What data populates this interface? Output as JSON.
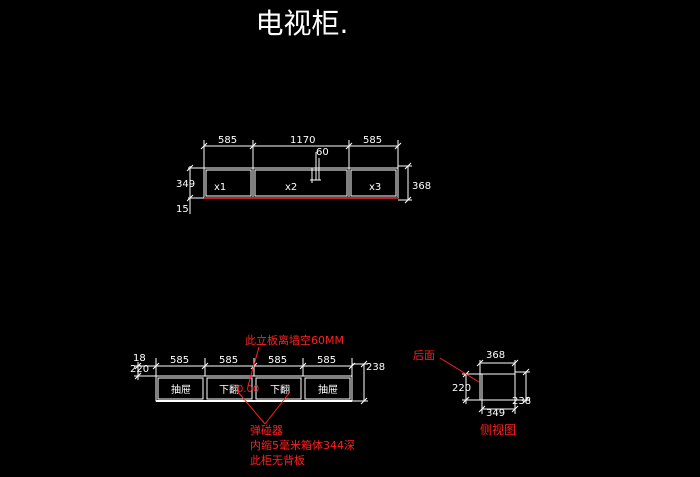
{
  "title": "电视柜.",
  "front": {
    "dim_top": [
      "585",
      "1170",
      "585"
    ],
    "dim_60": "60",
    "dim_left_height": "349",
    "dim_left_bottom": "15",
    "dim_right_height": "368",
    "compartments": [
      "x1",
      "x2",
      "x3"
    ]
  },
  "plan": {
    "dim_top": [
      "585",
      "585",
      "585",
      "585"
    ],
    "dim_left_18": "18",
    "dim_left_220": "220",
    "dim_right": "238",
    "cells": [
      "抽屉",
      "下翻",
      "下翻",
      "抽屉"
    ],
    "highlight_value": "0.00",
    "note_top": "此立板离墙空60MM",
    "note_bottom": [
      "弹碰器",
      "内缩5毫米箱体344深",
      "此柜无背板"
    ]
  },
  "side": {
    "label_back": "后面",
    "dim_top": "368",
    "dim_left": "220",
    "dim_right": "238",
    "dim_bottom": "349",
    "caption": "侧视图"
  },
  "colors": {
    "background": "#000000",
    "lines": "#ffffff",
    "annotation": "#ff2020",
    "accent": "#c02020"
  }
}
